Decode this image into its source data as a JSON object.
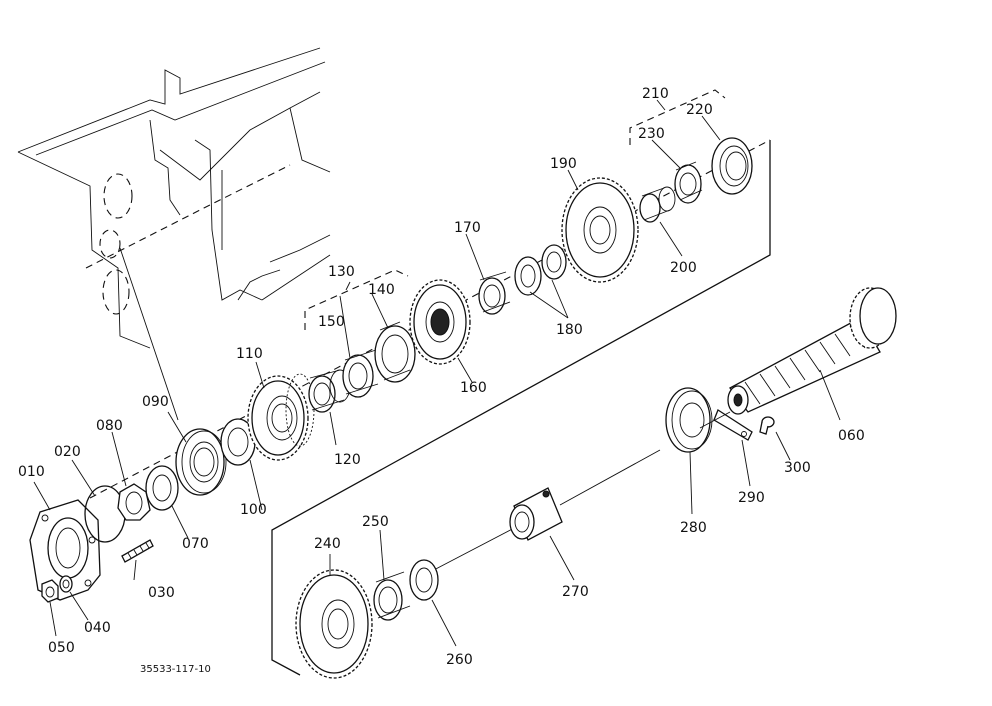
{
  "drawing_id": "35533-117-10",
  "callouts": [
    {
      "id": "c010",
      "text": "010"
    },
    {
      "id": "c020",
      "text": "020"
    },
    {
      "id": "c030",
      "text": "030"
    },
    {
      "id": "c040",
      "text": "040"
    },
    {
      "id": "c050",
      "text": "050"
    },
    {
      "id": "c060",
      "text": "060"
    },
    {
      "id": "c070",
      "text": "070"
    },
    {
      "id": "c080",
      "text": "080"
    },
    {
      "id": "c090",
      "text": "090"
    },
    {
      "id": "c100",
      "text": "100"
    },
    {
      "id": "c110",
      "text": "110"
    },
    {
      "id": "c120",
      "text": "120"
    },
    {
      "id": "c130",
      "text": "130"
    },
    {
      "id": "c140",
      "text": "140"
    },
    {
      "id": "c150",
      "text": "150"
    },
    {
      "id": "c160",
      "text": "160"
    },
    {
      "id": "c170",
      "text": "170"
    },
    {
      "id": "c180",
      "text": "180"
    },
    {
      "id": "c190",
      "text": "190"
    },
    {
      "id": "c200",
      "text": "200"
    },
    {
      "id": "c210",
      "text": "210"
    },
    {
      "id": "c220",
      "text": "220"
    },
    {
      "id": "c230",
      "text": "230"
    },
    {
      "id": "c240",
      "text": "240"
    },
    {
      "id": "c250",
      "text": "250"
    },
    {
      "id": "c260",
      "text": "260"
    },
    {
      "id": "c270",
      "text": "270"
    },
    {
      "id": "c280",
      "text": "280"
    },
    {
      "id": "c290",
      "text": "290"
    },
    {
      "id": "c300",
      "text": "300"
    }
  ]
}
